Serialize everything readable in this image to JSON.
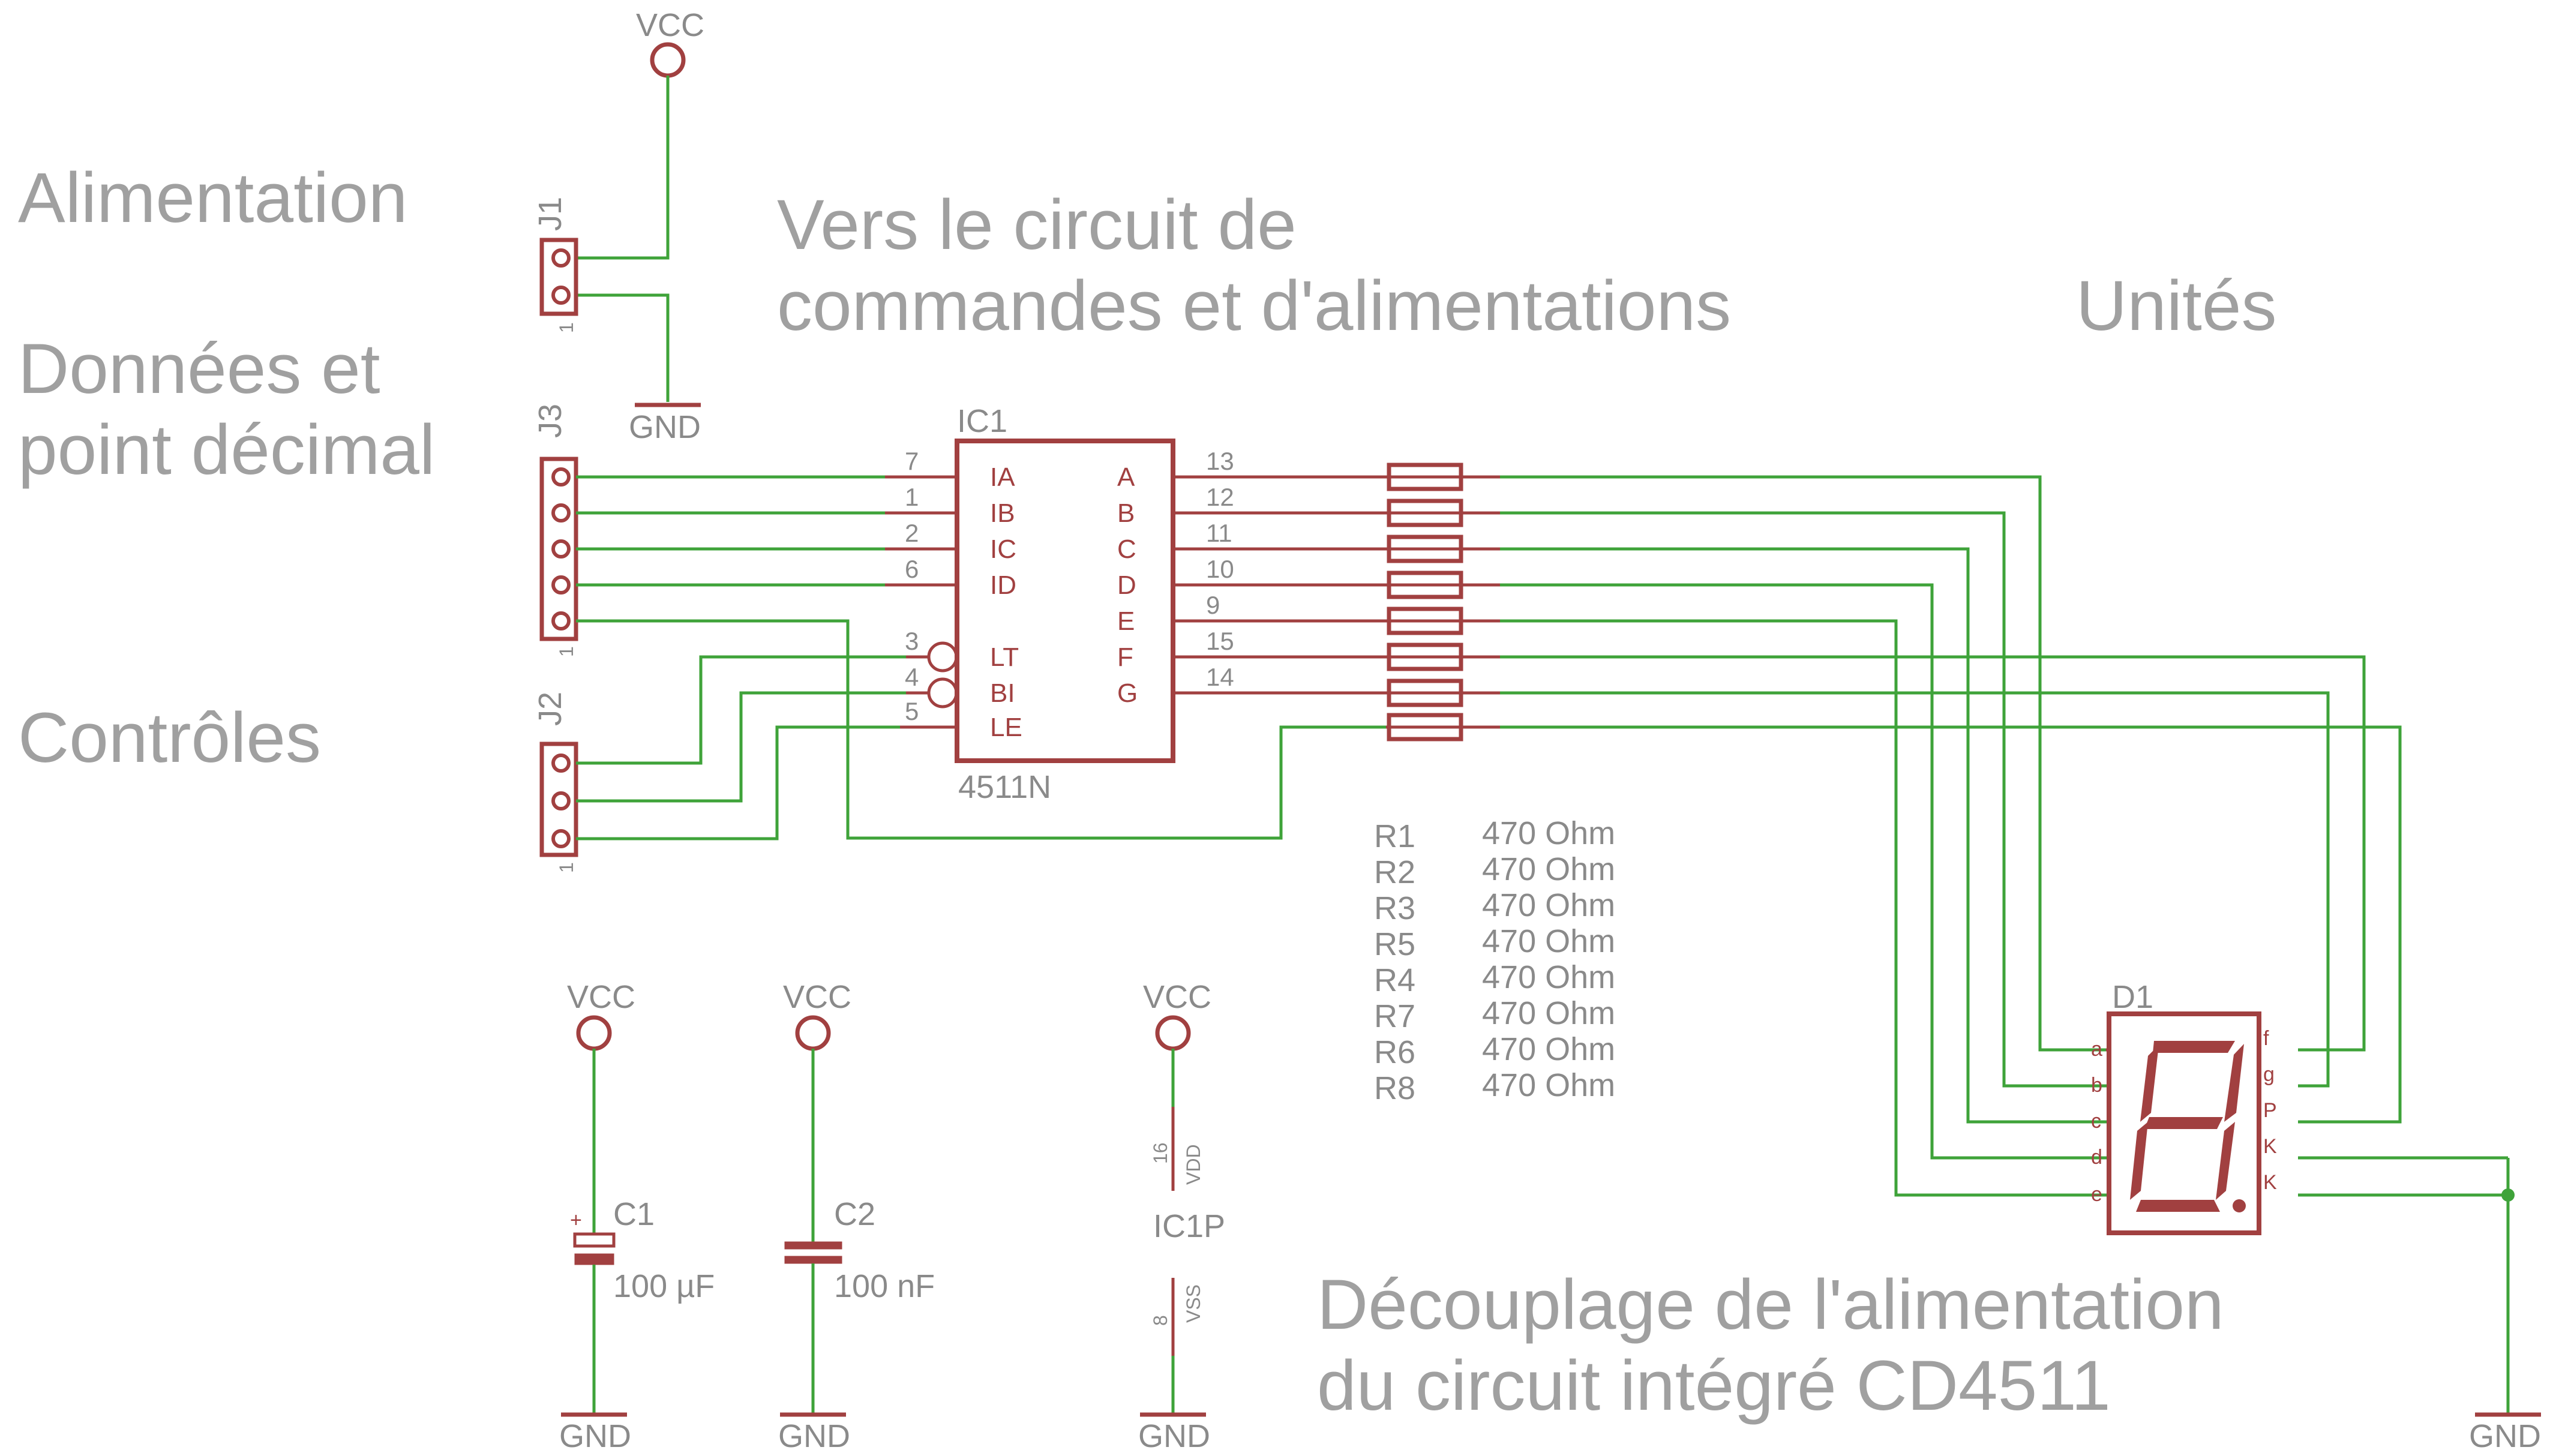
{
  "labels": {
    "alimentation": "Alimentation",
    "donnees_1": "Données et",
    "donnees_2": "point décimal",
    "controles": "Contrôles",
    "vers_1": "Vers le circuit de",
    "vers_2": "commandes et d'alimentations",
    "unites": "Unités",
    "decouplage_1": "Découplage de l'alimentation",
    "decouplage_2": "du circuit intégré CD4511"
  },
  "power": {
    "vcc": "VCC",
    "gnd": "GND"
  },
  "connectors": {
    "j1": {
      "name": "J1",
      "pin1": "1"
    },
    "j3": {
      "name": "J3",
      "pin1": "1"
    },
    "j2": {
      "name": "J2",
      "pin1": "1"
    }
  },
  "ic1": {
    "name": "IC1",
    "part": "4511N",
    "left_pins": [
      {
        "num": "7",
        "label": "IA"
      },
      {
        "num": "1",
        "label": "IB"
      },
      {
        "num": "2",
        "label": "IC"
      },
      {
        "num": "6",
        "label": "ID"
      },
      {
        "num": "3",
        "label": "LT"
      },
      {
        "num": "4",
        "label": "BI"
      },
      {
        "num": "5",
        "label": "LE"
      }
    ],
    "right_pins": [
      {
        "num": "13",
        "label": "A"
      },
      {
        "num": "12",
        "label": "B"
      },
      {
        "num": "11",
        "label": "C"
      },
      {
        "num": "10",
        "label": "D"
      },
      {
        "num": "9",
        "label": "E"
      },
      {
        "num": "15",
        "label": "F"
      },
      {
        "num": "14",
        "label": "G"
      }
    ]
  },
  "resistors": [
    {
      "ref": "R1",
      "value": "470 Ohm"
    },
    {
      "ref": "R2",
      "value": "470 Ohm"
    },
    {
      "ref": "R3",
      "value": "470 Ohm"
    },
    {
      "ref": "R5",
      "value": "470 Ohm"
    },
    {
      "ref": "R4",
      "value": "470 Ohm"
    },
    {
      "ref": "R7",
      "value": "470 Ohm"
    },
    {
      "ref": "R6",
      "value": "470 Ohm"
    },
    {
      "ref": "R8",
      "value": "470 Ohm"
    }
  ],
  "display": {
    "name": "D1",
    "left_pins": [
      "a",
      "b",
      "c",
      "d",
      "e"
    ],
    "right_pins": [
      "f",
      "g",
      "P",
      "K",
      "K"
    ]
  },
  "capacitors": [
    {
      "name": "C1",
      "value": "100 µF",
      "polarity": "+"
    },
    {
      "name": "C2",
      "value": "100 nF"
    }
  ],
  "ic1p": {
    "name": "IC1P",
    "vdd_num": "16",
    "vdd": "VDD",
    "vss_num": "8",
    "vss": "VSS"
  },
  "colors": {
    "wire": "#3fa33a",
    "part": "#a14040",
    "text": "#a0a0a0"
  }
}
